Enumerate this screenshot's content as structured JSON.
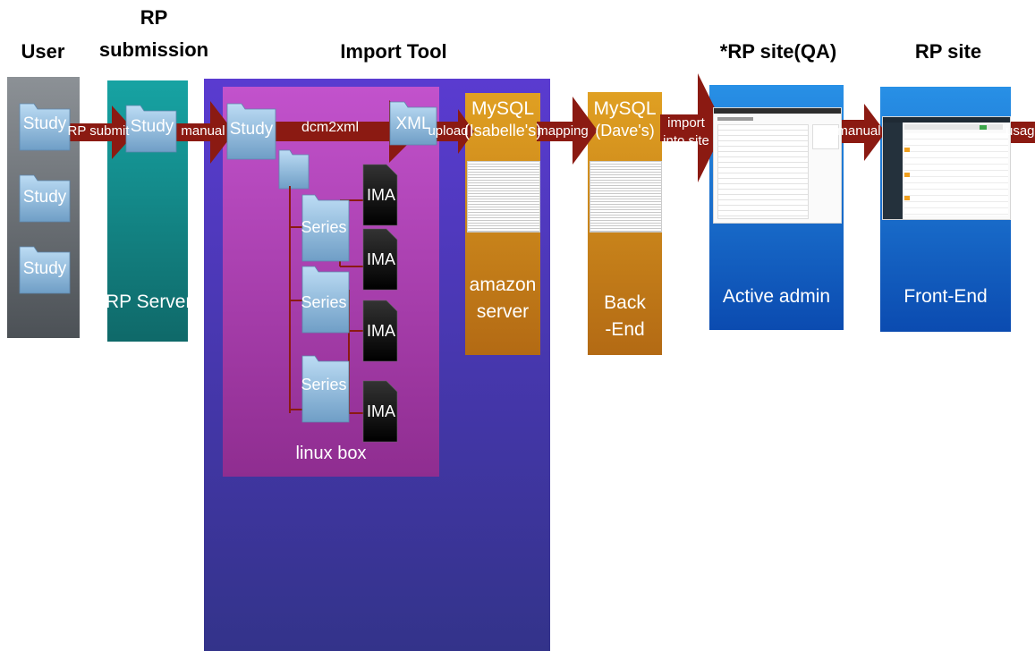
{
  "headers": {
    "user": "User",
    "rp_submission": "RP\nsubmission",
    "import_tool": "Import Tool",
    "rp_site_qa": "*RP site(QA)",
    "rp_site": "RP site"
  },
  "user_column": {
    "folders": [
      "Study",
      "Study",
      "Study"
    ]
  },
  "rp_server": {
    "folder": "Study",
    "label": "RP Server"
  },
  "import_tool": {
    "study_folder": "Study",
    "converter_label": "dcm2xml",
    "xml_folder": "XML",
    "series_folders": [
      "Series",
      "Series",
      "Series"
    ],
    "ima_files": [
      "IMA",
      "IMA",
      "IMA",
      "IMA"
    ],
    "box_label": "linux box"
  },
  "amazon": {
    "db_title": "MySQL",
    "db_owner": "(Isabelle's)",
    "label": "amazon\nserver"
  },
  "backend": {
    "db_title": "MySQL",
    "db_owner": "(Dave's)",
    "label": "Back\n-End"
  },
  "qa_site": {
    "label": "Active admin"
  },
  "front_site": {
    "label": "Front-End"
  },
  "arrows": {
    "rp_submit": "RP submit",
    "manual_1": "manual",
    "upload": "upload",
    "mapping": "mapping",
    "import_into_site": "import\ninto site",
    "manual_2": "manual",
    "usage": "usag"
  },
  "colors": {
    "arrow": "#8b1a12",
    "user_gray": "#6e7378",
    "rp_teal": "#139393",
    "import_blue": "#4a38b8",
    "linux_magenta": "#b048b8",
    "db_orange": "#cc861c",
    "site_blue": "#1a6fd0"
  }
}
